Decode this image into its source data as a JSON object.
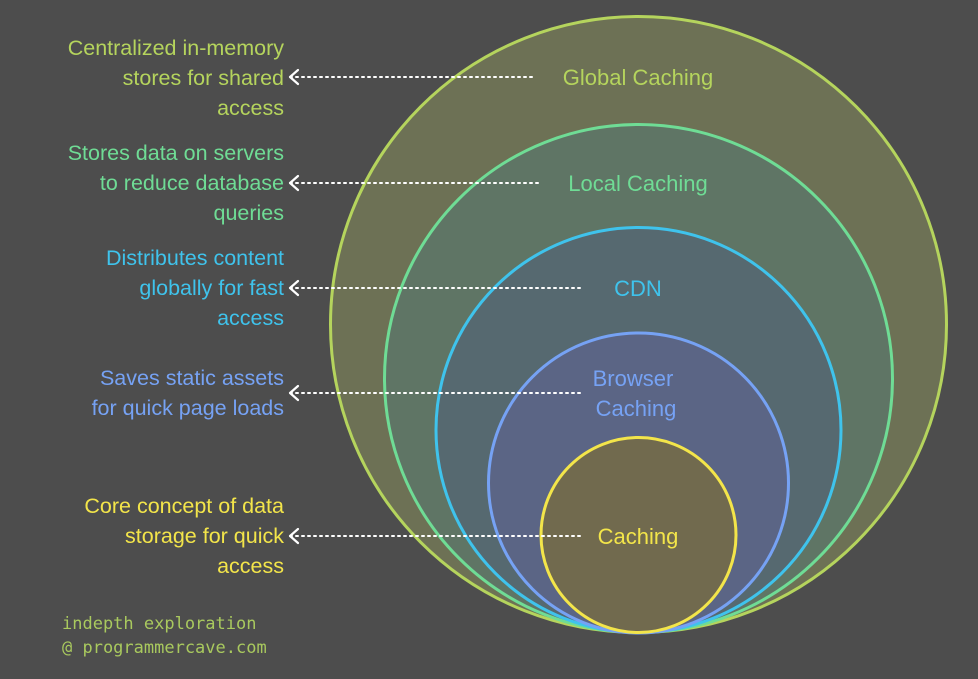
{
  "colors": {
    "background": "#4d4d4d",
    "global": "#b5d45d",
    "local": "#6fdc95",
    "cdn": "#3fc3ec",
    "browser": "#76a2f4",
    "caching": "#f3e54a"
  },
  "levels": [
    {
      "key": "global",
      "title": [
        "Global Caching"
      ],
      "description": [
        "Centralized in-memory",
        "stores for shared",
        "access"
      ],
      "fill": "#6d7155"
    },
    {
      "key": "local",
      "title": [
        "Local Caching"
      ],
      "description": [
        "Stores data on servers",
        "to reduce database",
        "queries"
      ],
      "fill": "#5f7565"
    },
    {
      "key": "cdn",
      "title": [
        "CDN"
      ],
      "description": [
        "Distributes content",
        "globally for fast",
        "access"
      ],
      "fill": "#566970"
    },
    {
      "key": "browser",
      "title": [
        "Browser",
        "Caching"
      ],
      "description": [
        "Saves static assets",
        "for quick page loads"
      ],
      "fill": "#5b6585"
    },
    {
      "key": "caching",
      "title": [
        "Caching"
      ],
      "description": [
        "Core concept of data",
        "storage for quick",
        "access"
      ],
      "fill": "#716a4e"
    }
  ],
  "footer": {
    "line1": "indepth exploration",
    "line2": "@ programmercave.com"
  }
}
